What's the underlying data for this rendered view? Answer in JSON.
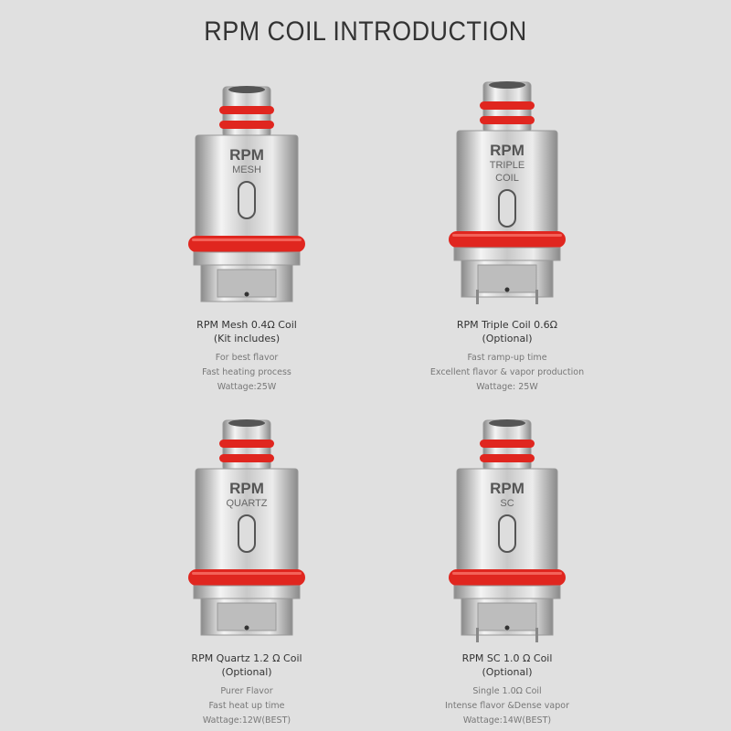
{
  "title": "RPM COIL INTRODUCTION",
  "coils": [
    {
      "name": "RPM Mesh 0.4Ω Coil",
      "note": "(Kit includes)",
      "features": [
        "For best flavor",
        "Fast heating process",
        "Wattage:25W"
      ],
      "engraving": [
        "RPM",
        "MESH"
      ],
      "pins": false
    },
    {
      "name": "RPM Triple Coil 0.6Ω",
      "note": "(Optional)",
      "features": [
        "Fast ramp-up time",
        "Excellent flavor & vapor production",
        "Wattage: 25W"
      ],
      "engraving": [
        "RPM",
        "TRIPLE",
        "COIL"
      ],
      "pins": true
    },
    {
      "name": "RPM Quartz 1.2 Ω Coil",
      "note": "(Optional)",
      "features": [
        "Purer Flavor",
        "Fast heat up time",
        "Wattage:12W(BEST)"
      ],
      "engraving": [
        "RPM",
        "QUARTZ"
      ],
      "pins": false
    },
    {
      "name": "RPM SC 1.0 Ω Coil",
      "note": "(Optional)",
      "features": [
        "Single 1.0Ω Coil",
        "Intense flavor &Dense vapor",
        "Wattage:14W(BEST)"
      ],
      "engraving": [
        "RPM",
        "SC"
      ],
      "pins": true
    }
  ],
  "colors": {
    "ring": "#e0261f",
    "metal_light": "#f4f4f4",
    "metal_dark": "#8a8a8a"
  }
}
